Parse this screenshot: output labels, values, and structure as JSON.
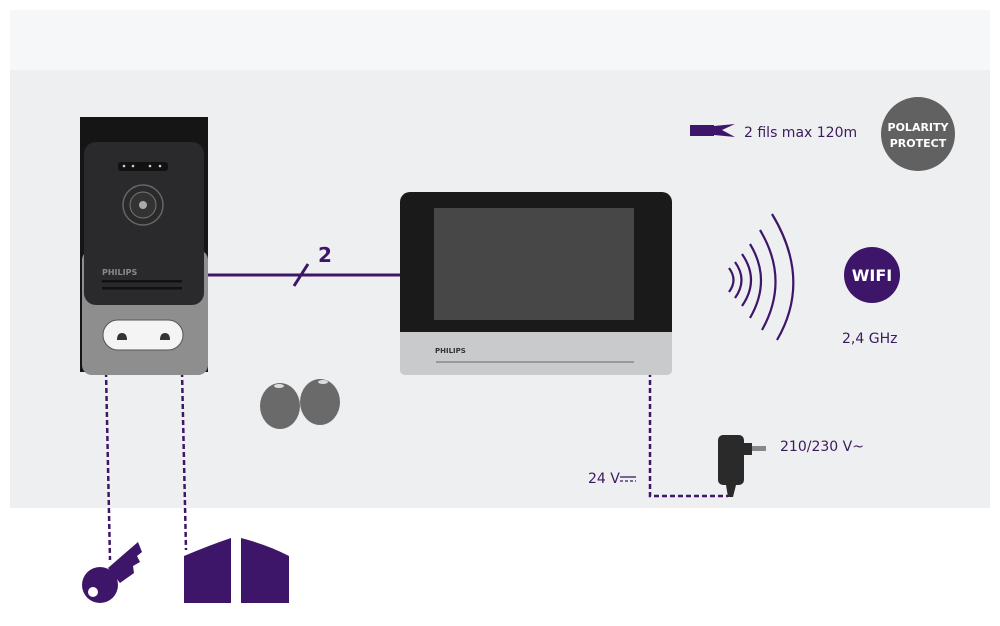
{
  "colors": {
    "accent": "#3e1669",
    "device_dark": "#1e1e1e",
    "gray": "#616161",
    "panel": "#eeeff1"
  },
  "cable": {
    "label": "2 fils max 120m",
    "wire_count": "2"
  },
  "badge": {
    "line1": "POLARITY",
    "line2": "PROTECT"
  },
  "wifi": {
    "logo": "WIFI",
    "frequency": "2,4 GHz"
  },
  "doorbell": {
    "brand": "PHILIPS"
  },
  "monitor": {
    "brand": "PHILIPS"
  },
  "power": {
    "input": "210/230 V~",
    "output": "24 V"
  },
  "icons": [
    "cable-icon",
    "wifi-waves-icon",
    "wifi-logo-icon",
    "key-icon",
    "gate-icon",
    "badge-fob-icon",
    "power-adapter-icon"
  ]
}
